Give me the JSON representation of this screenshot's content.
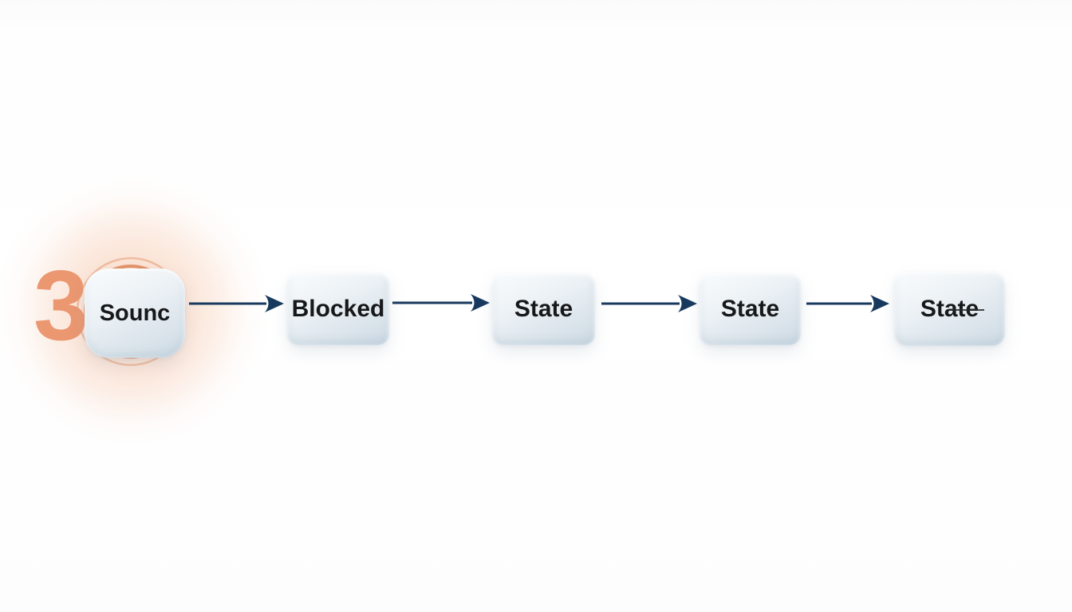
{
  "diagram": {
    "step_number": "3",
    "nodes": [
      {
        "label": "Sounc"
      },
      {
        "label": "Blocked"
      },
      {
        "label": "State"
      },
      {
        "label": "State"
      },
      {
        "label": "State",
        "label_main": "Sta",
        "label_struck": "te"
      }
    ],
    "colors": {
      "arrow_navy": "#17395e",
      "accent_orange": "#e58a5c",
      "number_orange": "#eb9770",
      "node_fill_top": "#f9fcfe",
      "node_fill_bottom": "#ccd9e3",
      "node_text": "#17181a",
      "background": "#ffffff"
    }
  }
}
